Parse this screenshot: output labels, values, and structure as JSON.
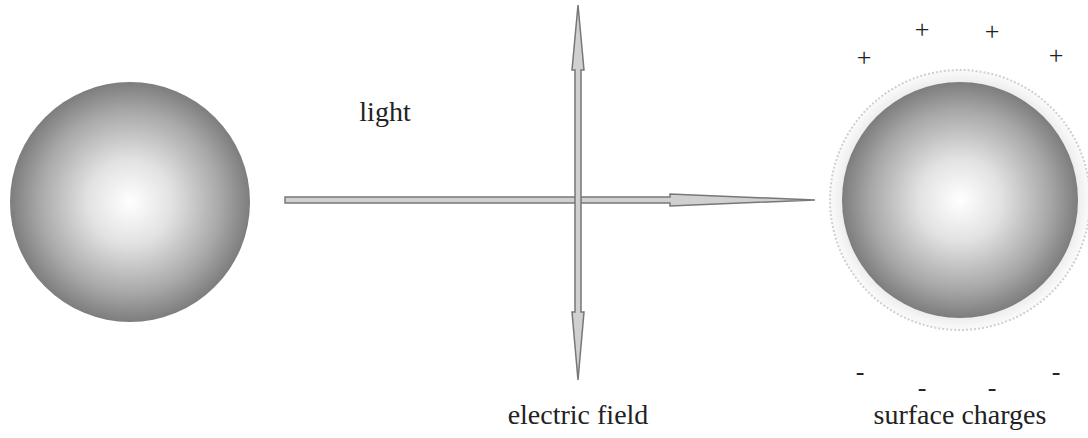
{
  "diagram": {
    "labels": [
      "light",
      "electric field",
      "surface charges",
      "+",
      "+",
      "+",
      "+",
      "-",
      "-",
      "-",
      "-"
    ]
  }
}
